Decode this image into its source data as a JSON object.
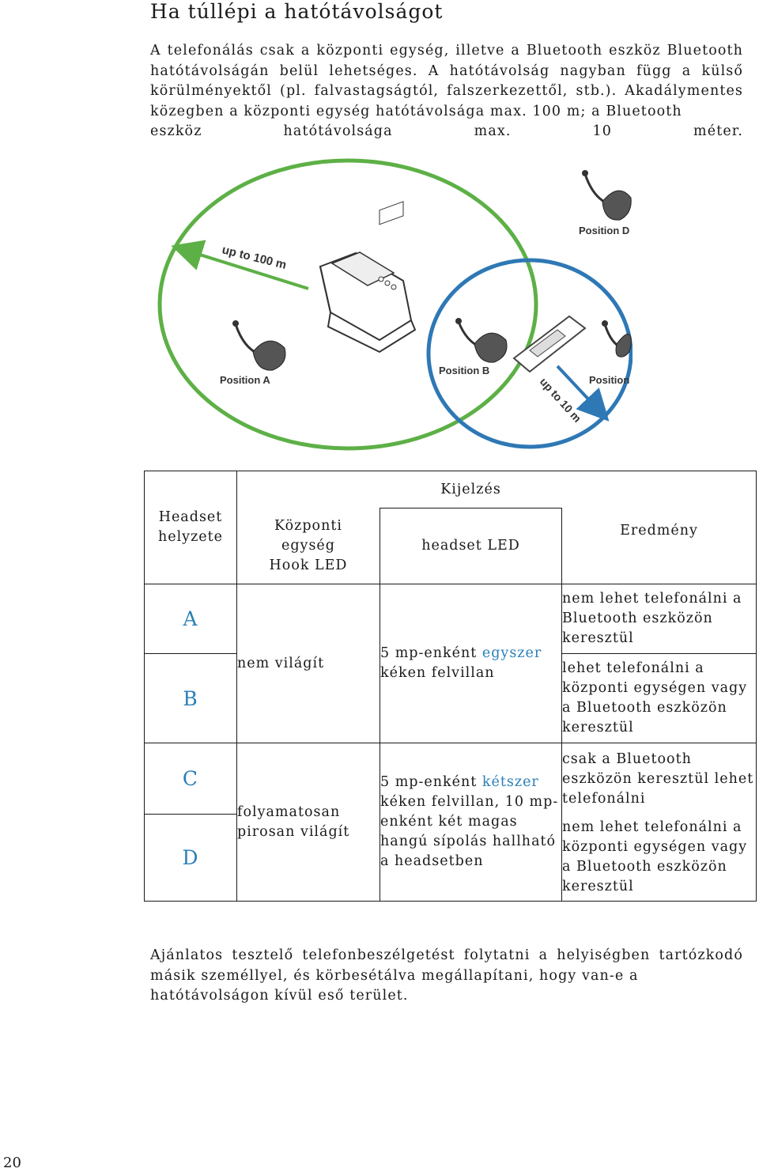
{
  "title": "Ha túllépi a hatótávolságot",
  "intro": {
    "body": "A telefonálás csak a központi egység, illetve a Bluetooth eszköz Bluetooth hatótávolságán belül lehetséges. A hatótávolság nagyban függ a külső körülményektől (pl. falvastagságtól, falszerkezettől, stb.). Akadálymentes közegben a központi egység hatótávolsága max. 100 m; a Bluetooth",
    "last": "eszköz hatótávolsága max. 10 méter."
  },
  "diagram": {
    "range_base": "up to 100 m",
    "range_device": "up to 10 m",
    "positions": [
      "Position A",
      "Position B",
      "Position C",
      "Position D"
    ],
    "colors": {
      "big_circle": "#5db046",
      "small_circle": "#2e78b5"
    }
  },
  "table": {
    "header_group": "Kijelzés",
    "col_headset": "Headset helyzete",
    "col_base": "Központi egység Hook LED",
    "col_led": "headset LED",
    "col_result": "Eredmény",
    "rows": [
      {
        "letters": [
          "A",
          "B"
        ],
        "base": "nem világít",
        "led_pre": "5 mp-enként ",
        "led_hl": "egyszer",
        "led_post": " kéken felvillan",
        "results": [
          "nem lehet telefonálni a Bluetooth eszközön keresztül",
          "lehet telefonálni a központi egységen vagy a Bluetooth eszközön keresztül"
        ]
      },
      {
        "letters": [
          "C",
          "D"
        ],
        "base": "folyamatosan pirosan világít",
        "led_pre": "5 mp-enként ",
        "led_hl": "kétszer",
        "led_post": " kéken felvillan, 10 mp-enként két magas hangú sípolás hallható a headsetben",
        "results": [
          "csak a Bluetooth eszközön keresztül lehet telefonálni",
          "nem lehet telefonálni a központi egységen vagy a Bluetooth eszközön keresztül"
        ]
      }
    ]
  },
  "closing": {
    "body": "Ajánlatos tesztelő telefonbeszélgetést folytatni a helyiségben tartózkodó másik személlyel, és körbesétálva megállapítani, hogy van-e a",
    "last": "hatótávolságon kívül eső terület."
  },
  "page_number": "20",
  "accent_color": "#2a7fb8"
}
